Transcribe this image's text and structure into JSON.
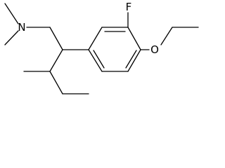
{
  "molecule": {
    "atom_labels": {
      "nitrogen": "N",
      "fluorine": "F",
      "oxygen": "O"
    },
    "colors": {
      "bond": "#000000",
      "background": "#ffffff"
    }
  }
}
